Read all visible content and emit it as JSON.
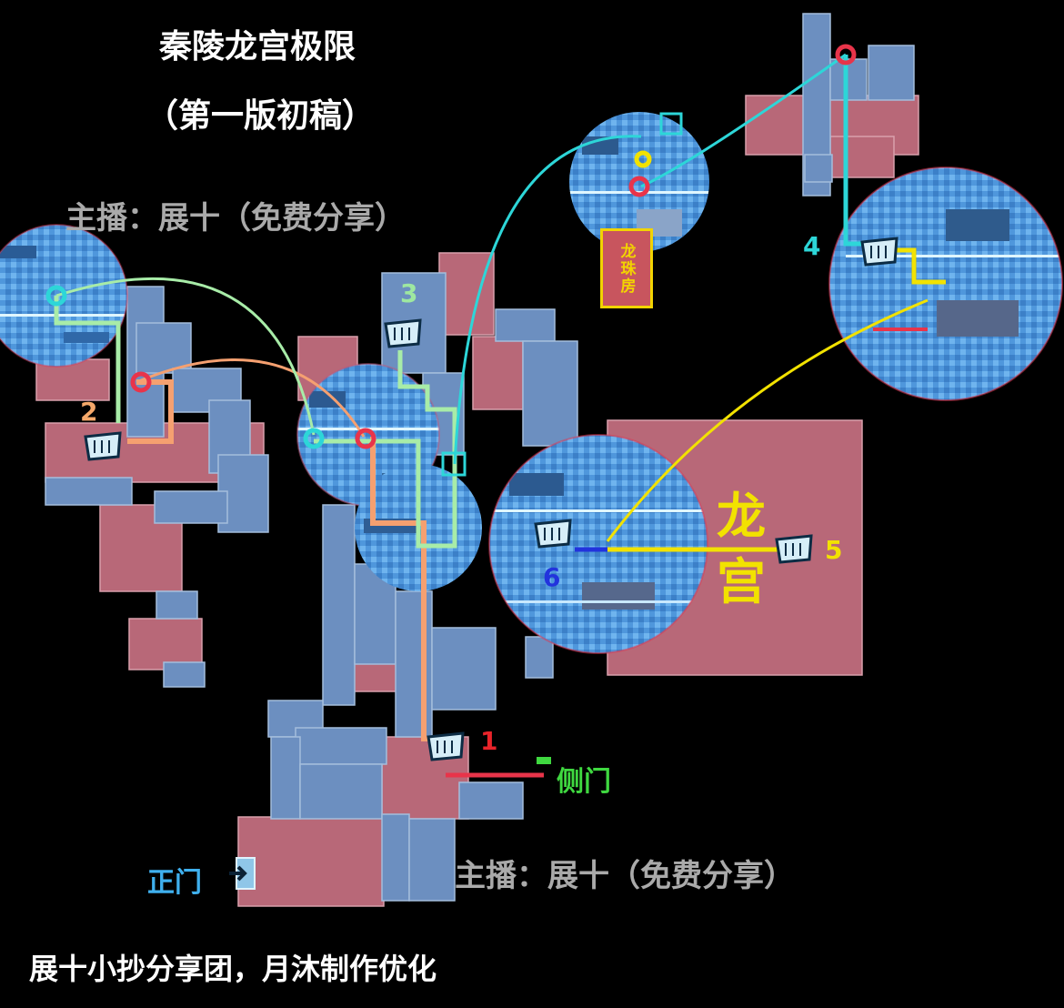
{
  "title": {
    "line1": "秦陵龙宫极限",
    "line2": "（第一版初稿）"
  },
  "streamer_tag": "主播：展十（免费分享）",
  "credit": "展十小抄分享团，月沐制作优化",
  "entrances": {
    "main": "正门",
    "side": "侧门"
  },
  "dragon_pearl_room": "龙珠房",
  "dragon_palace": {
    "char1": "龙",
    "char2": "宫"
  },
  "markers": [
    {
      "id": "1",
      "color": "#e8242a"
    },
    {
      "id": "2",
      "color": "#f5a86a"
    },
    {
      "id": "3",
      "color": "#9ee8a0"
    },
    {
      "id": "4",
      "color": "#2dd6d8"
    },
    {
      "id": "5",
      "color": "#f2e200"
    },
    {
      "id": "6",
      "color": "#2233dd"
    }
  ],
  "colors": {
    "background": "#000000",
    "blue_room": "#6c8fc0",
    "red_room": "#b86878",
    "route_red": "#e8344a",
    "route_orange": "#f5a070",
    "route_green": "#a8eca8",
    "route_cyan": "#2dd6d8",
    "route_yellow": "#f2e200",
    "route_blue": "#2233dd"
  },
  "icons": [
    "chest-icon",
    "exit-door-icon",
    "waypoint-circle-icon"
  ]
}
